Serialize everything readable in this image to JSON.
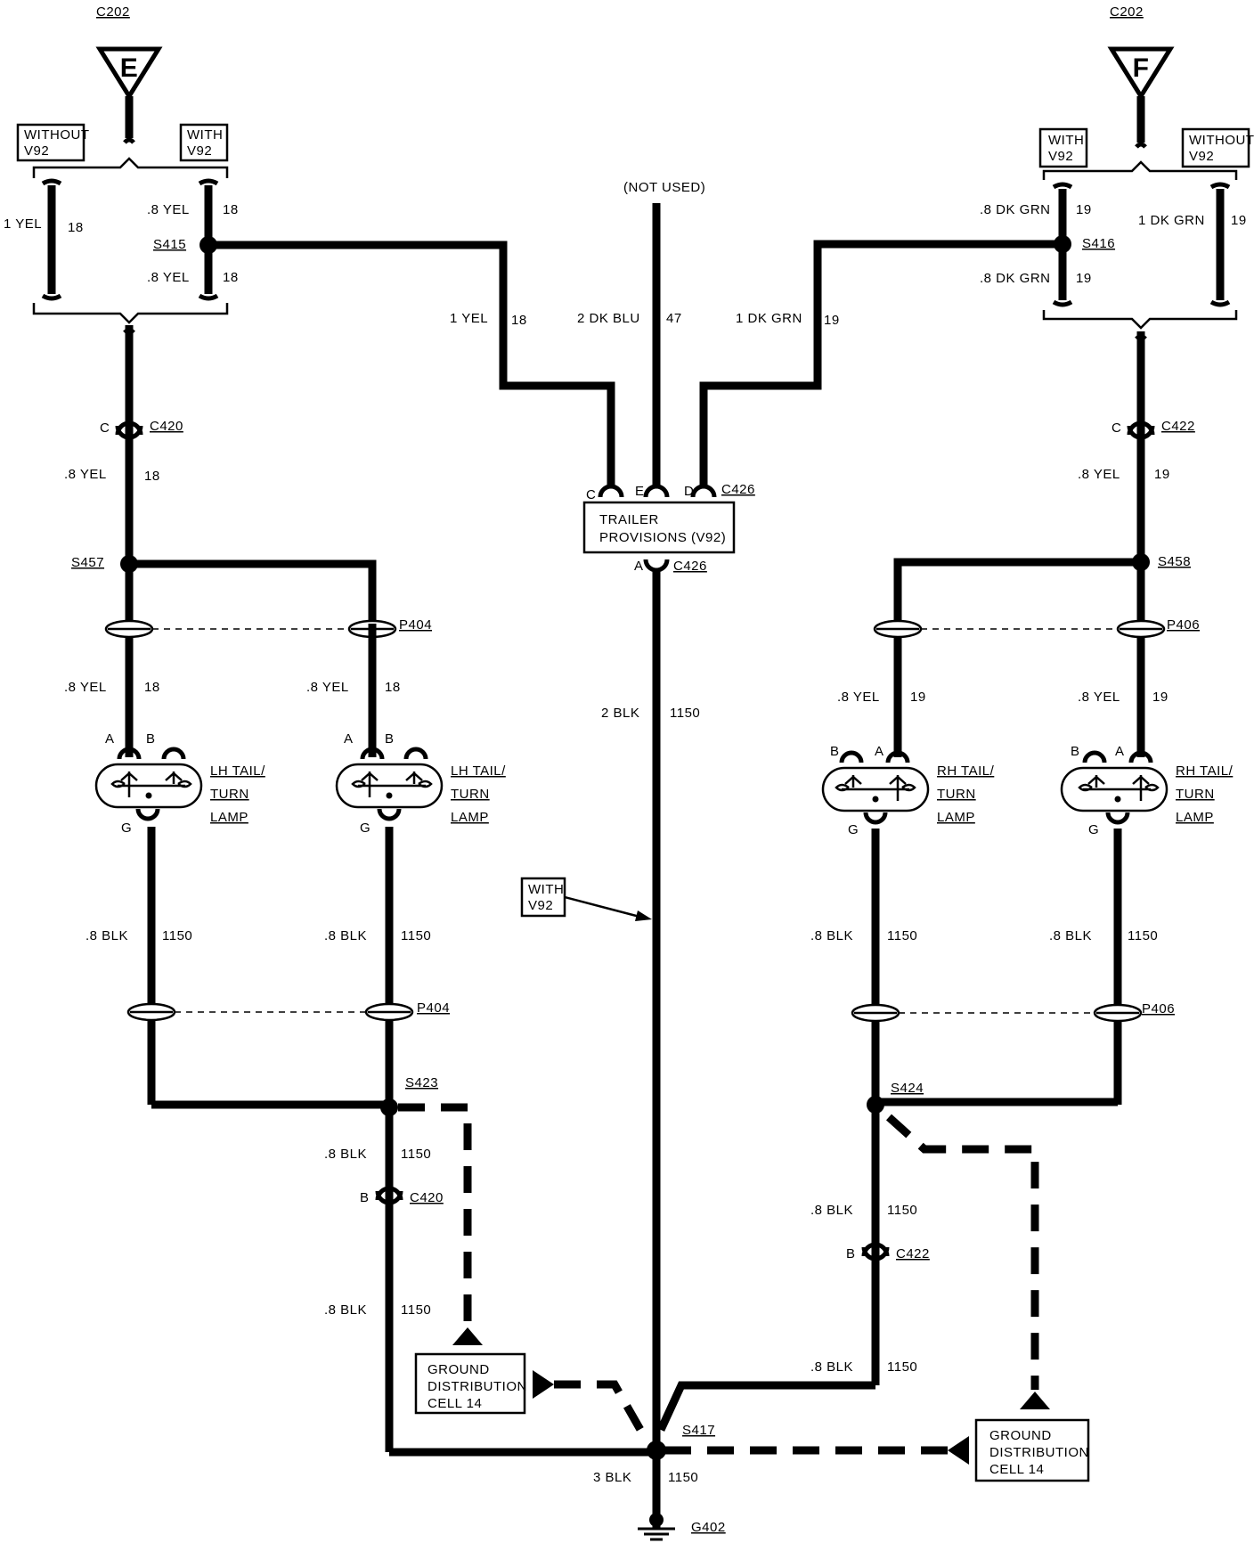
{
  "connectors": {
    "c202_left": "C202",
    "c202_right": "C202",
    "pass_e": "E",
    "pass_f": "F",
    "c420_top": "C420",
    "c420_top_pin": "C",
    "c420_bot": "C420",
    "c420_bot_pin": "B",
    "c422_top": "C422",
    "c422_top_pin": "C",
    "c422_bot": "C422",
    "c422_bot_pin": "B",
    "c426_top": "C426",
    "c426_bottom": "C426",
    "c426_pin_c": "C",
    "c426_pin_e": "E",
    "c426_pin_d": "D",
    "c426_pin_a": "A",
    "p404_top": "P404",
    "p404_bot": "P404",
    "p406_top": "P406",
    "p406_bot": "P406"
  },
  "splices": {
    "s415": "S415",
    "s416": "S416",
    "s457": "S457",
    "s458": "S458",
    "s423": "S423",
    "s424": "S424",
    "s417": "S417"
  },
  "options": {
    "without_l1": "WITHOUT",
    "without_l2": "V92",
    "with_l1": "WITH",
    "with_l2": "V92",
    "not_used": "(NOT USED)"
  },
  "wires": {
    "yel_1": "1 YEL",
    "yel_08": ".8 YEL",
    "ckt_18": "18",
    "dkgrn_1": "1 DK GRN",
    "dkgrn_08": ".8 DK GRN",
    "ckt_19": "19",
    "dkblu_2": "2 DK BLU",
    "ckt_47": "47",
    "blk_08": ".8 BLK",
    "blk_2": "2 BLK",
    "blk_3": "3 BLK",
    "ckt_1150": "1150"
  },
  "components": {
    "trailer_l1": "TRAILER",
    "trailer_l2": "PROVISIONS (V92)",
    "lh_l1": "LH TAIL/",
    "rh_l1": "RH TAIL/",
    "lamp_l2": "TURN",
    "lamp_l3": "LAMP",
    "pin_a": "A",
    "pin_b": "B",
    "pin_g": "G",
    "gnd_l1": "GROUND",
    "gnd_l2": "DISTRIBUTION",
    "gnd_l3": "CELL 14",
    "ground": "G402"
  }
}
